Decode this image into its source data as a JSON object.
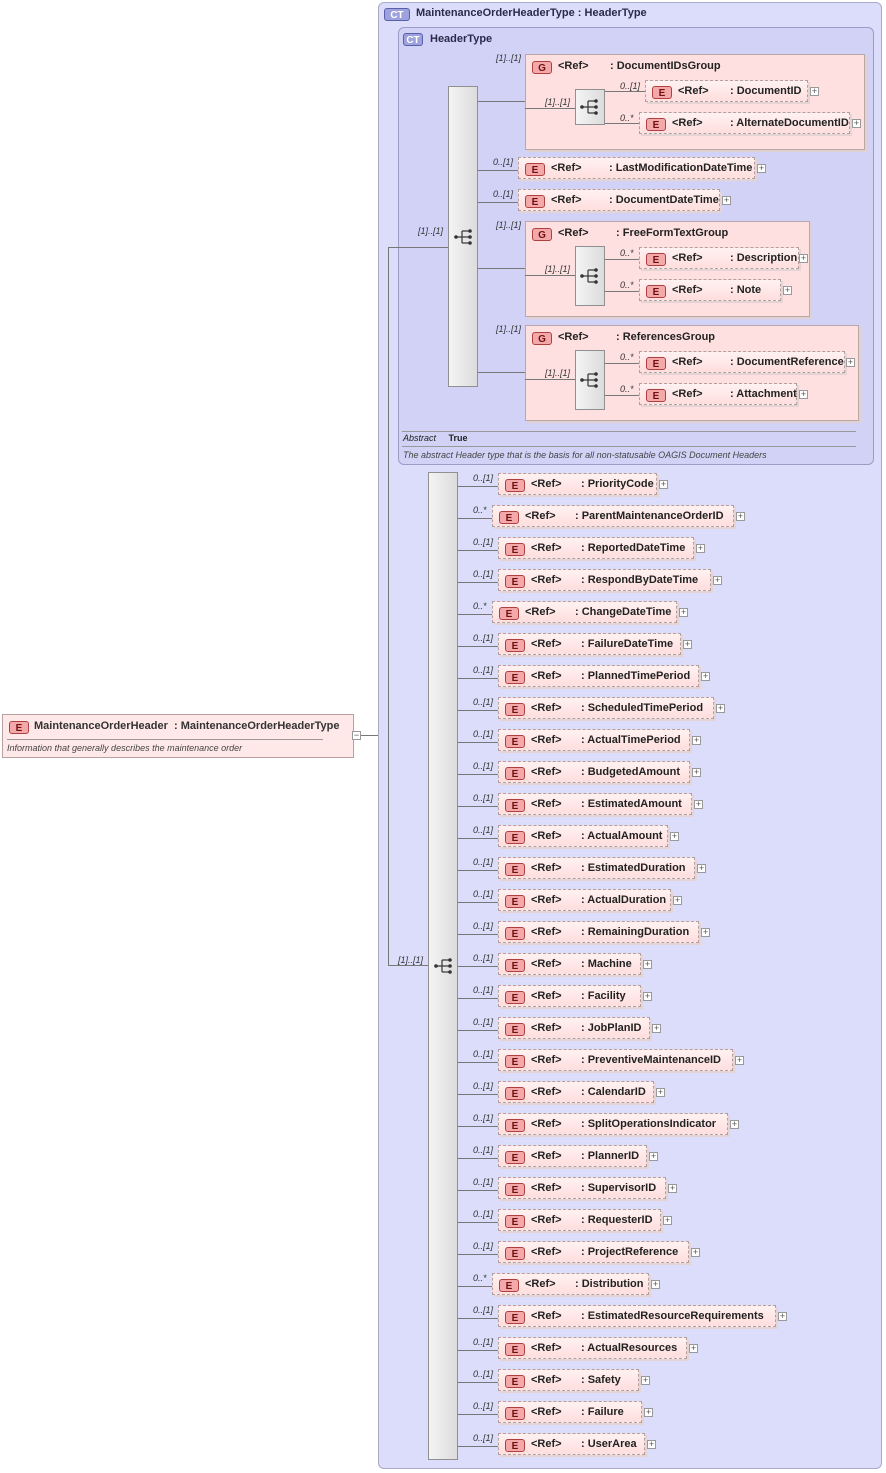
{
  "root": {
    "badge": "E",
    "name": "MaintenanceOrderHeader",
    "type": ": MaintenanceOrderHeaderType",
    "doc": "Information that generally describes the maintenance order",
    "collapse": "−"
  },
  "outer": {
    "badge": "CT",
    "title": "MaintenanceOrderHeaderType : HeaderType",
    "mult": "[1]..[1]"
  },
  "inner": {
    "badge": "CT",
    "title": "HeaderType",
    "mult": "[1]..[1]",
    "abstract_label": "Abstract",
    "abstract_value": "True",
    "doc": "The abstract Header type that is the basis for all non-statusable OAGIS Document Headers"
  },
  "ref_label": "<Ref>",
  "groups": [
    {
      "badge": "G",
      "name": ": DocumentIDsGroup",
      "mult": "[1]..[1]",
      "seq_mult": "[1]..[1]",
      "children": [
        {
          "mult": "0..[1]",
          "name": ": DocumentID"
        },
        {
          "mult": "0..*",
          "name": ": AlternateDocumentID"
        }
      ]
    },
    {
      "badge": "G",
      "name": ": FreeFormTextGroup",
      "mult": "[1]..[1]",
      "seq_mult": "[1]..[1]",
      "children": [
        {
          "mult": "0..*",
          "name": ": Description"
        },
        {
          "mult": "0..*",
          "name": ": Note"
        }
      ]
    },
    {
      "badge": "G",
      "name": ": ReferencesGroup",
      "mult": "[1]..[1]",
      "seq_mult": "[1]..[1]",
      "children": [
        {
          "mult": "0..*",
          "name": ": DocumentReference"
        },
        {
          "mult": "0..*",
          "name": ": Attachment"
        }
      ]
    }
  ],
  "header_elements": [
    {
      "mult": "0..[1]",
      "name": ": LastModificationDateTime"
    },
    {
      "mult": "0..[1]",
      "name": ": DocumentDateTime"
    }
  ],
  "elements": [
    {
      "mult": "0..[1]",
      "name": ": PriorityCode"
    },
    {
      "mult": "0..*",
      "name": ": ParentMaintenanceOrderID"
    },
    {
      "mult": "0..[1]",
      "name": ": ReportedDateTime"
    },
    {
      "mult": "0..[1]",
      "name": ": RespondByDateTime"
    },
    {
      "mult": "0..*",
      "name": ": ChangeDateTime"
    },
    {
      "mult": "0..[1]",
      "name": ": FailureDateTime"
    },
    {
      "mult": "0..[1]",
      "name": ": PlannedTimePeriod"
    },
    {
      "mult": "0..[1]",
      "name": ": ScheduledTimePeriod"
    },
    {
      "mult": "0..[1]",
      "name": ": ActualTimePeriod"
    },
    {
      "mult": "0..[1]",
      "name": ": BudgetedAmount"
    },
    {
      "mult": "0..[1]",
      "name": ": EstimatedAmount"
    },
    {
      "mult": "0..[1]",
      "name": ": ActualAmount"
    },
    {
      "mult": "0..[1]",
      "name": ": EstimatedDuration"
    },
    {
      "mult": "0..[1]",
      "name": ": ActualDuration"
    },
    {
      "mult": "0..[1]",
      "name": ": RemainingDuration"
    },
    {
      "mult": "0..[1]",
      "name": ": Machine"
    },
    {
      "mult": "0..[1]",
      "name": ": Facility"
    },
    {
      "mult": "0..[1]",
      "name": ": JobPlanID"
    },
    {
      "mult": "0..[1]",
      "name": ": PreventiveMaintenanceID"
    },
    {
      "mult": "0..[1]",
      "name": ": CalendarID"
    },
    {
      "mult": "0..[1]",
      "name": ": SplitOperationsIndicator"
    },
    {
      "mult": "0..[1]",
      "name": ": PlannerID"
    },
    {
      "mult": "0..[1]",
      "name": ": SupervisorID"
    },
    {
      "mult": "0..[1]",
      "name": ": RequesterID"
    },
    {
      "mult": "0..[1]",
      "name": ": ProjectReference"
    },
    {
      "mult": "0..*",
      "name": ": Distribution"
    },
    {
      "mult": "0..[1]",
      "name": ": EstimatedResourceRequirements"
    },
    {
      "mult": "0..[1]",
      "name": ": ActualResources"
    },
    {
      "mult": "0..[1]",
      "name": ": Safety"
    },
    {
      "mult": "0..[1]",
      "name": ": Failure"
    },
    {
      "mult": "0..[1]",
      "name": ": UserArea"
    }
  ],
  "element_badge": "E",
  "main_seq_mult": "[1]..[1]"
}
